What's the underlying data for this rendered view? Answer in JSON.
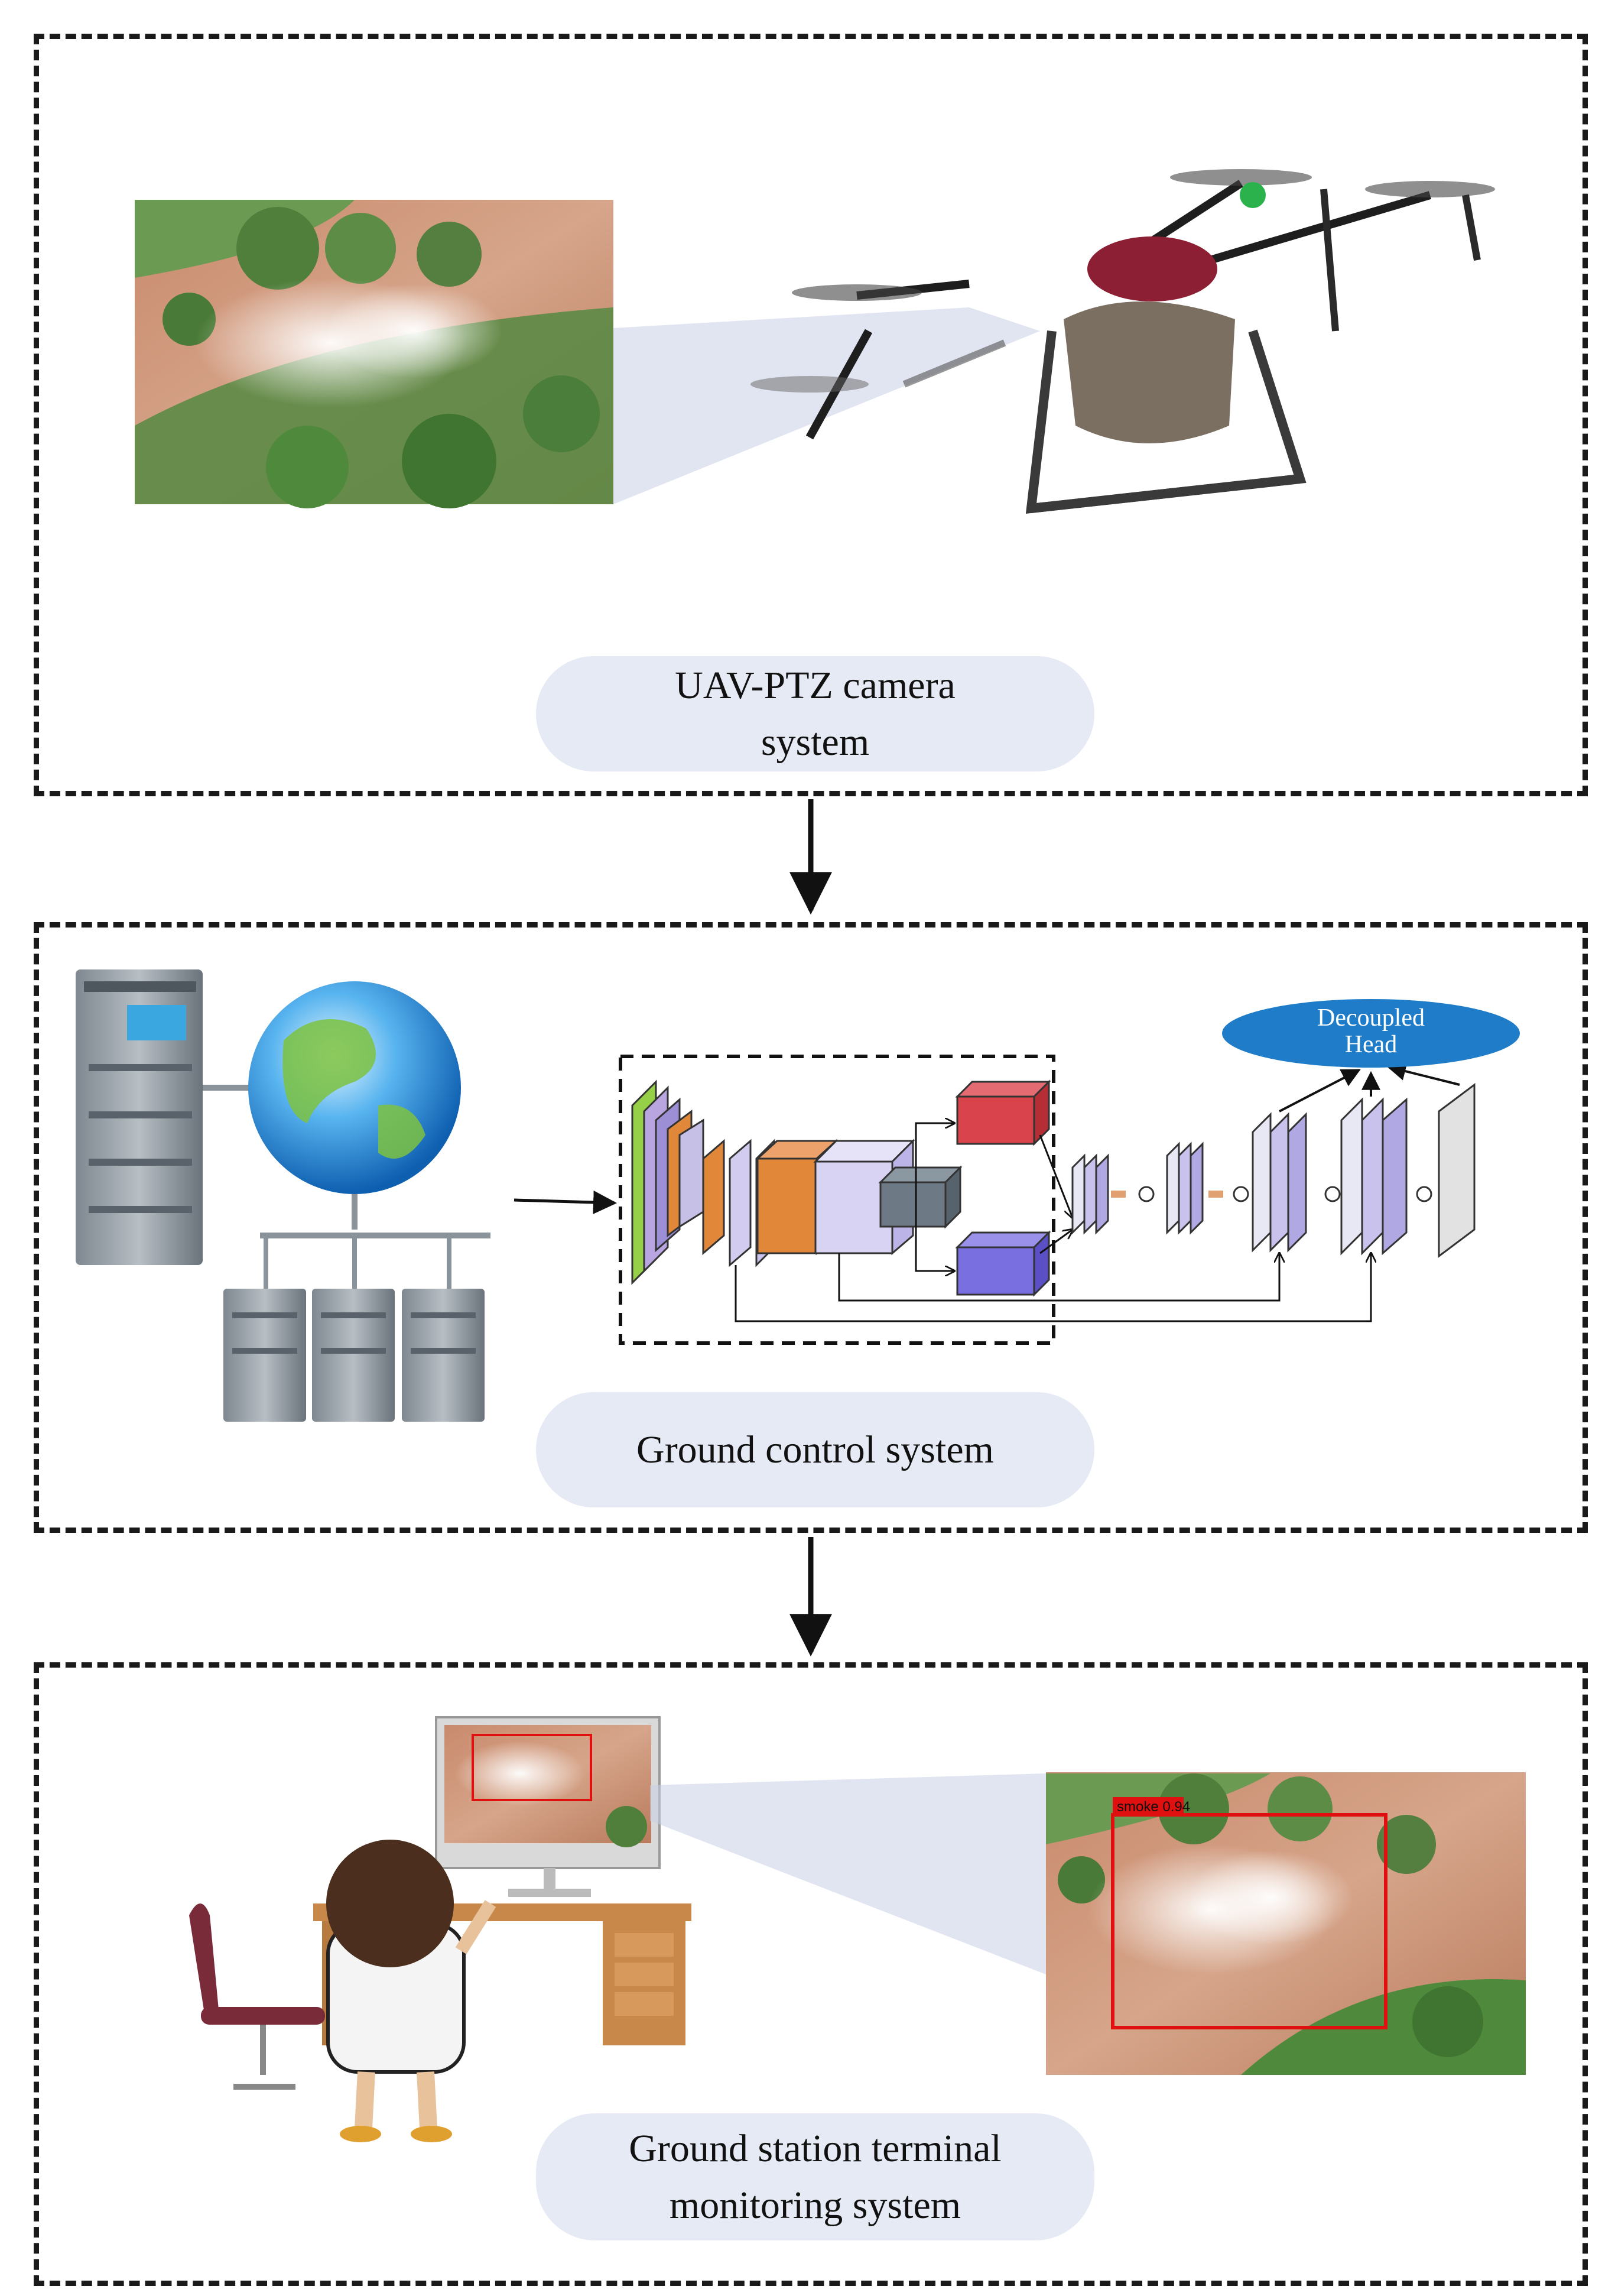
{
  "panels": {
    "top": {
      "label": "UAV-PTZ camera\nsystem"
    },
    "middle": {
      "label": "Ground control system"
    },
    "bottom": {
      "label": "Ground station terminal\nmonitoring system"
    }
  },
  "network": {
    "head_label": "Decoupled\nHead"
  },
  "detection": {
    "box_label": "smoke  0.94"
  },
  "colors": {
    "pill": "#e6eaf4",
    "head": "#1f7cc8",
    "red_block": "#d9434b",
    "blue_block": "#7a6fe0",
    "orange_block": "#e0873a",
    "green_layer": "#96d048",
    "detection_box": "#e01010"
  }
}
